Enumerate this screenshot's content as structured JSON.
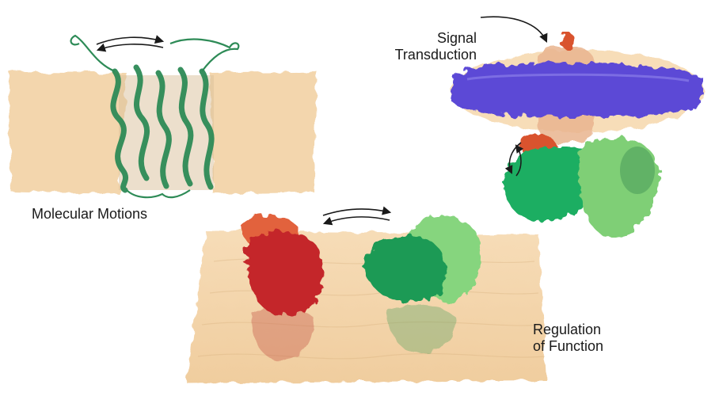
{
  "labels": {
    "molecular_motions": "Molecular Motions",
    "signal_transduction_line1": "Signal",
    "signal_transduction_line2": "Transduction",
    "regulation_line1": "Regulation",
    "regulation_line2": "of Function"
  },
  "colors": {
    "membrane": "#f3d2a6",
    "helix_green": "#2e8b57",
    "red_protein": "#c8282a",
    "orange_red": "#e0603a",
    "dark_green": "#1f9a5a",
    "light_green": "#8fd68a",
    "purple_ring": "#6a55d8",
    "arrow": "#1a1a1a"
  }
}
